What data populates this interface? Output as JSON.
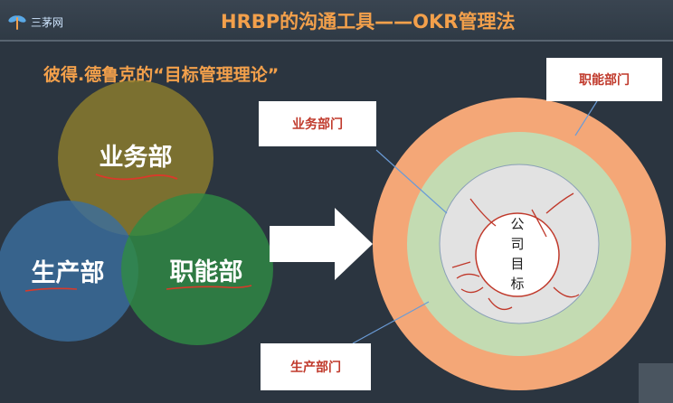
{
  "header": {
    "logo_text": "三茅网",
    "title": "HRBP的沟通工具——OKR管理法"
  },
  "subtitle": "彼得.德鲁克的“目标管理理论”",
  "venn": {
    "top": "业务部",
    "left": "生产部",
    "right": "职能部",
    "colors": {
      "top": "#8a7a2e",
      "left": "#3a6e9e",
      "right": "#2f8a44"
    }
  },
  "rings": {
    "center_chars": [
      "公",
      "司",
      "目",
      "标"
    ],
    "colors": {
      "outer": "#f4a777",
      "middle": "#c3dbb2",
      "inner": "#e2e2e2",
      "center": "#ffffff"
    }
  },
  "callouts": {
    "top_right": "职能部门",
    "top_left": "业务部门",
    "bottom": "生产部门"
  }
}
